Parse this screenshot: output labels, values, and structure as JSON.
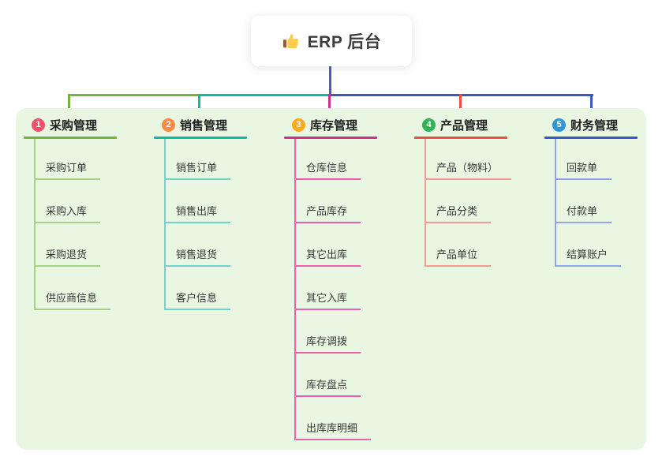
{
  "root": {
    "title": "ERP 后台",
    "icon": "thumbs-up-icon"
  },
  "colors": {
    "canvas_bg": "#ffffff",
    "panel_bg": "#e8f6e2",
    "root_stem": "#4c5ac6",
    "title_text": "#3c3c3c",
    "node_text": "#383838",
    "thumb_hand": "#ffcc4d",
    "thumb_cuff": "#a0592c"
  },
  "branches": [
    {
      "index": "1",
      "label": "采购管理",
      "badge_color": "#f0506a",
      "line_color": "#74b43c",
      "child_line_color": "#a6d287",
      "children": [
        "采购订单",
        "采购入库",
        "采购退货",
        "供应商信息"
      ]
    },
    {
      "index": "2",
      "label": "销售管理",
      "badge_color": "#fa8a44",
      "line_color": "#14b8ab",
      "child_line_color": "#72d3c9",
      "children": [
        "销售订单",
        "销售出库",
        "销售退货",
        "客户信息"
      ]
    },
    {
      "index": "3",
      "label": "库存管理",
      "badge_color": "#fbab1b",
      "line_color": "#c9328f",
      "child_line_color": "#ee61ad",
      "children": [
        "仓库信息",
        "产品库存",
        "其它出库",
        "其它入库",
        "库存调拨",
        "库存盘点",
        "出库库明细"
      ]
    },
    {
      "index": "4",
      "label": "产品管理",
      "badge_color": "#2eb356",
      "line_color": "#eb4d4d",
      "child_line_color": "#f49b94",
      "children": [
        "产品（物料）",
        "产品分类",
        "产品单位"
      ]
    },
    {
      "index": "5",
      "label": "财务管理",
      "badge_color": "#2f97d8",
      "line_color": "#3d56c5",
      "child_line_color": "#90a6e6",
      "children": [
        "回款单",
        "付款单",
        "结算账户"
      ]
    }
  ]
}
